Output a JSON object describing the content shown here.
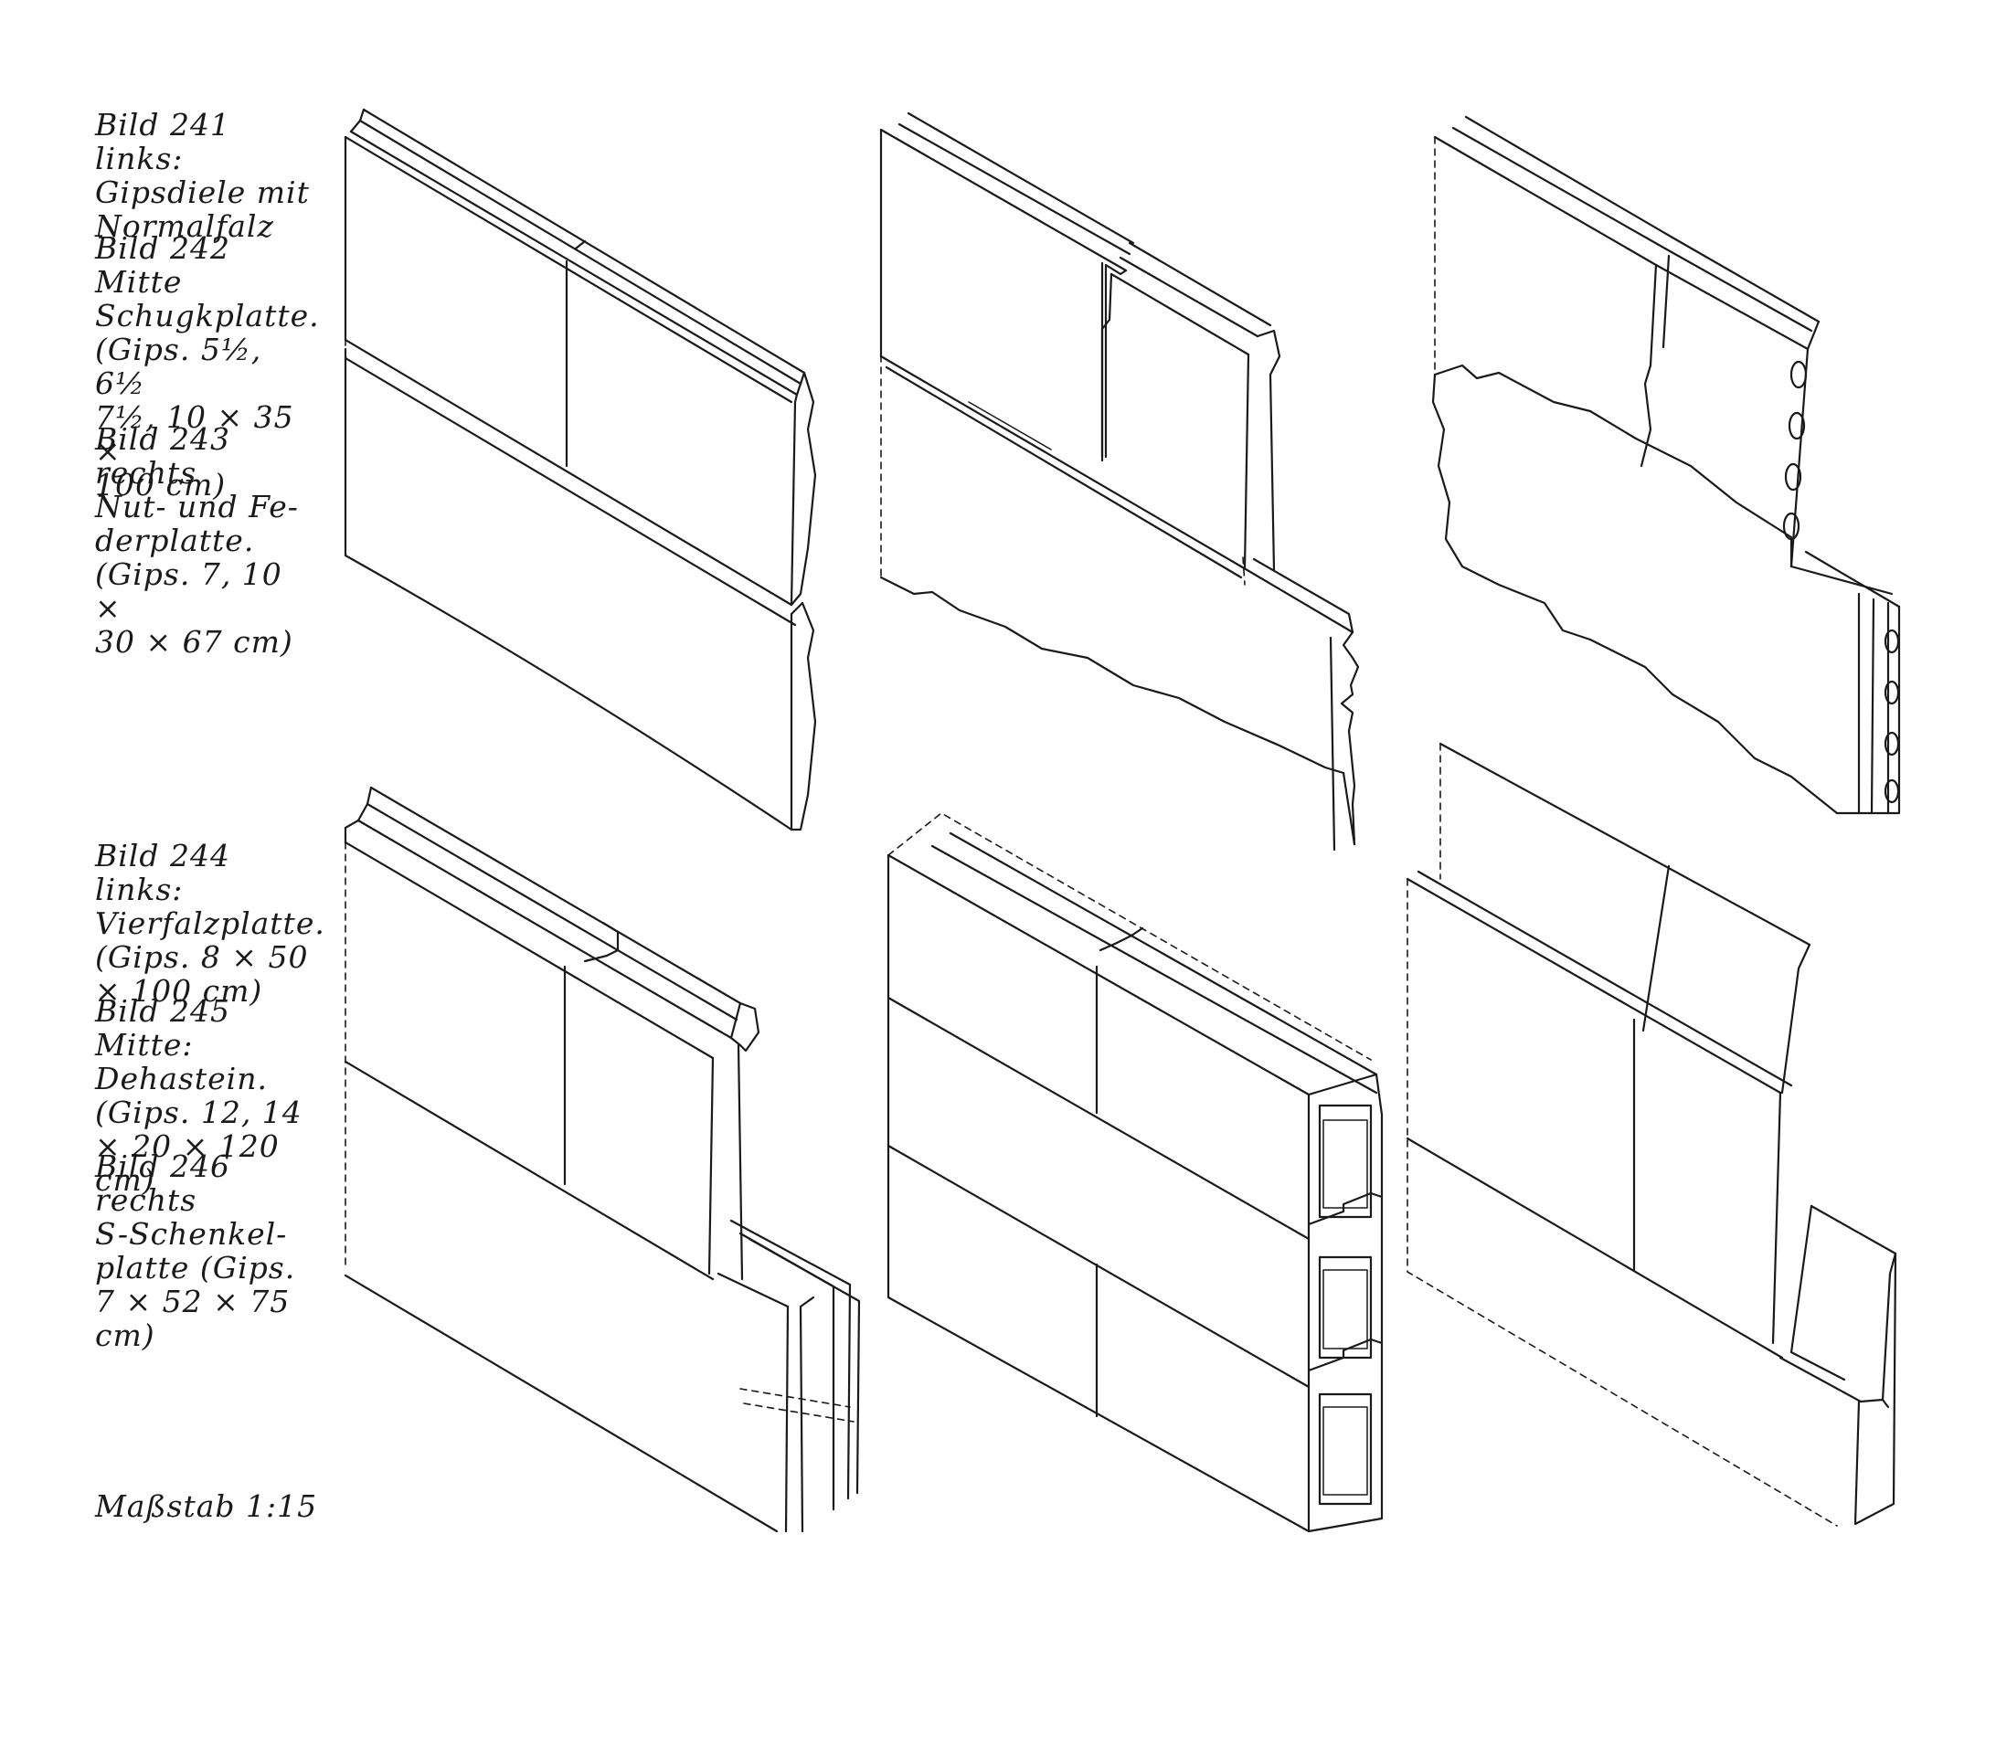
{
  "captions": {
    "bild241": "Bild 241 links:\nGipsdiele mit\nNormalfalz",
    "bild242": "Bild 242 Mitte\nSchugkplatte.\n(Gips. 5½, 6½\n7½, 10 × 35 ×\n100 cm)",
    "bild243": "Bild 243 rechts\nNut- und Fe-\nderplatte.\n(Gips. 7, 10 ×\n30 × 67 cm)",
    "bild244": "Bild 244 links:\nVierfalzplatte.\n(Gips. 8 × 50\n× 100 cm)",
    "bild245": "Bild 245 Mitte:\nDehastein.\n(Gips. 12, 14\n× 20 × 120 cm)",
    "bild246": "Bild 246 rechts\nS-Schenkel-\nplatte (Gips.\n7 × 52 × 75 cm)",
    "scale": "Maßstab 1:15"
  }
}
